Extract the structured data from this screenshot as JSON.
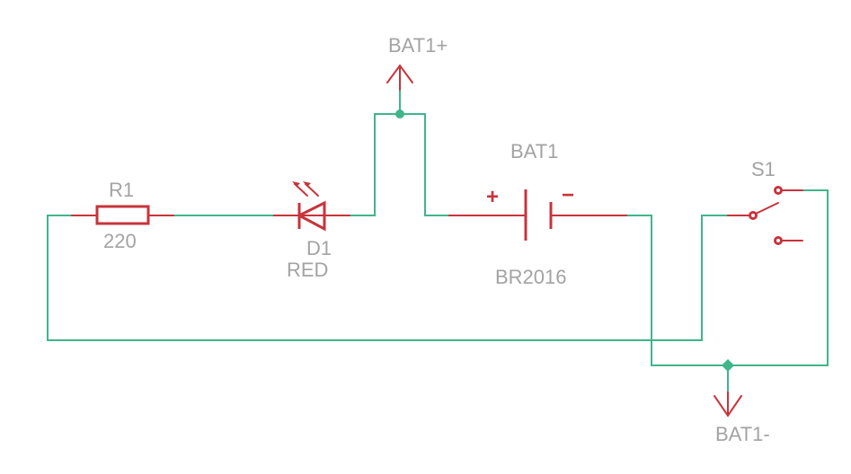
{
  "schematic": {
    "colors": {
      "wire": "#3fb58a",
      "symbol": "#c8333b",
      "label": "#a3a3a3",
      "background": "#ffffff"
    },
    "components": {
      "r1": {
        "name": "R1",
        "value": "220",
        "type": "resistor"
      },
      "d1": {
        "name": "D1",
        "value": "RED",
        "type": "led"
      },
      "bat1": {
        "name": "BAT1",
        "value": "BR2016",
        "type": "battery",
        "plus": "+",
        "minus": "−"
      },
      "s1": {
        "name": "S1",
        "type": "switch-spdt"
      }
    },
    "nets": {
      "pos": {
        "label": "BAT1+",
        "type": "supply-up"
      },
      "neg": {
        "label": "BAT1-",
        "type": "supply-down"
      }
    }
  }
}
